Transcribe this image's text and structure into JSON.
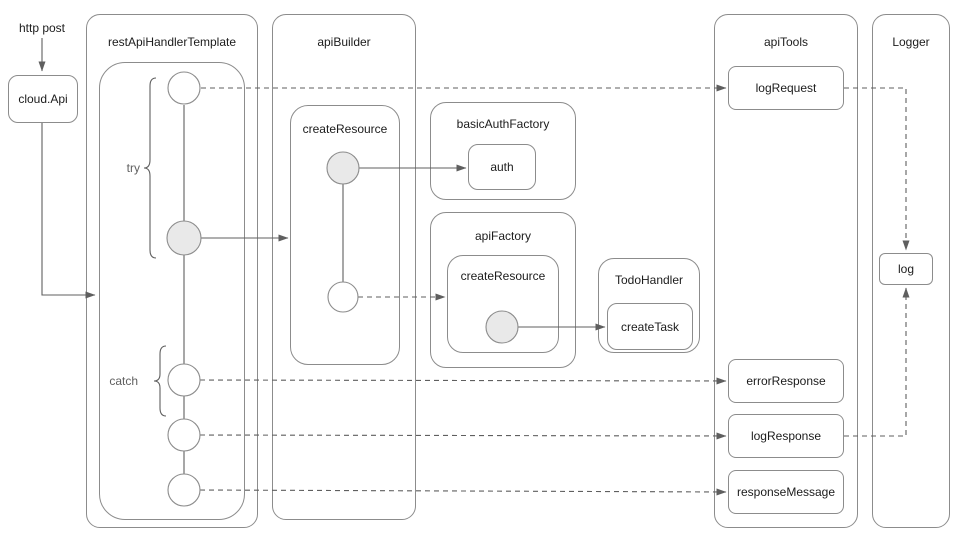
{
  "colors": {
    "border": "#8c8c8c",
    "connector": "#5f5f5f",
    "node_fill": "#ffffff",
    "active_circle_fill": "#e9e9e9",
    "text": "#1c1c1c",
    "background": "#ffffff"
  },
  "flow": {
    "http_post_label": "http post",
    "cloud_api": "cloud.Api"
  },
  "rest_api_handler_template": {
    "title": "restApiHandlerTemplate",
    "try_label": "try",
    "catch_label": "catch"
  },
  "api_builder": {
    "title": "apiBuilder",
    "create_resource": "createResource"
  },
  "basic_auth_factory": {
    "title": "basicAuthFactory",
    "auth": "auth"
  },
  "api_factory": {
    "title": "apiFactory",
    "create_resource": "createResource"
  },
  "todo_handler": {
    "title": "TodoHandler",
    "create_task": "createTask"
  },
  "api_tools": {
    "title": "apiTools",
    "items": [
      "logRequest",
      "errorResponse",
      "logResponse",
      "responseMessage"
    ]
  },
  "logger": {
    "title": "Logger",
    "log": "log"
  }
}
